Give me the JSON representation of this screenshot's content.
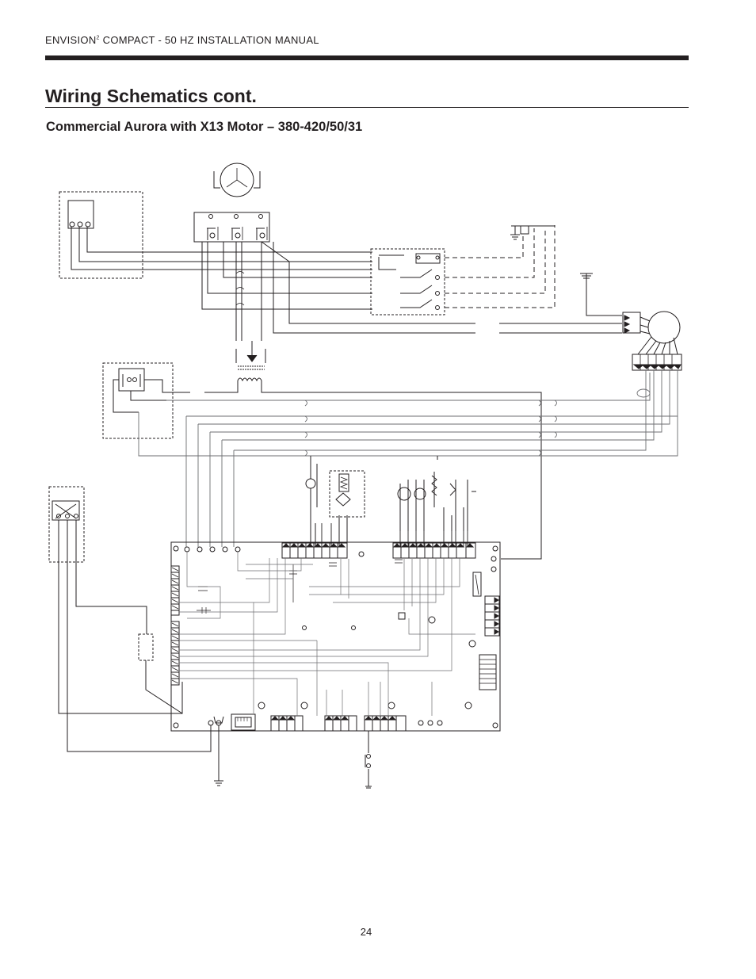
{
  "header": {
    "manual_prefix": "ENVISION",
    "manual_superscript": "2",
    "manual_suffix": " COMPACT - 50 HZ INSTALLATION MANUAL"
  },
  "page": {
    "title": "Wiring Schematics cont.",
    "subtitle": "Commercial Aurora with X13 Motor – 380-420/50/31",
    "page_number": "24"
  },
  "schematic": {
    "line_color": "#231f20",
    "gray_line_color": "#6d6e71"
  }
}
